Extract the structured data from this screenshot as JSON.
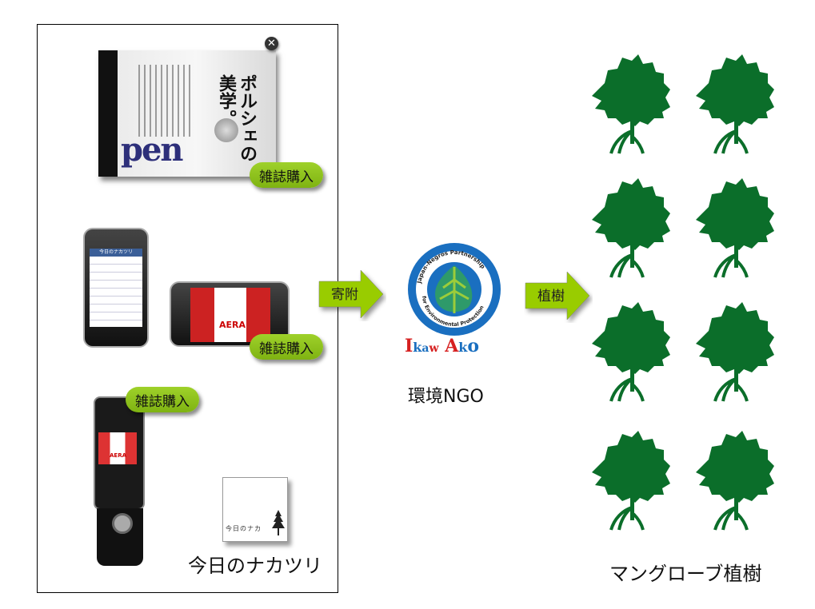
{
  "left_panel": {
    "magazine": {
      "cover_logo": "pen",
      "cover_headline": "ポルシェの美学。",
      "buy_label": "雑誌購入",
      "close_icon": "close-icon"
    },
    "iphone": {
      "app_header": "今日のナカツリ",
      "buy_label": "雑誌購入",
      "cover_logo": "AERA"
    },
    "flip_phone": {
      "buy_label": "雑誌購入",
      "cover_logo": "AERA"
    },
    "app_icon_text": "今日のナカ",
    "caption": "今日のナカツリ"
  },
  "arrows": [
    {
      "label": "寄附"
    },
    {
      "label": "植樹"
    }
  ],
  "ngo": {
    "logo_ring_top": "Japan-Negros Partnership",
    "logo_ring_bottom": "for Environmental Protection",
    "logo_wordmark": "Ikaw Ako",
    "caption": "環境NGO"
  },
  "trees": {
    "count": 8,
    "caption": "マングローブ植樹"
  },
  "colors": {
    "button_green": "#8cc21a",
    "arrow_green": "#99cc00",
    "tree_green": "#0b6e2a",
    "logo_blue": "#1565b5"
  }
}
